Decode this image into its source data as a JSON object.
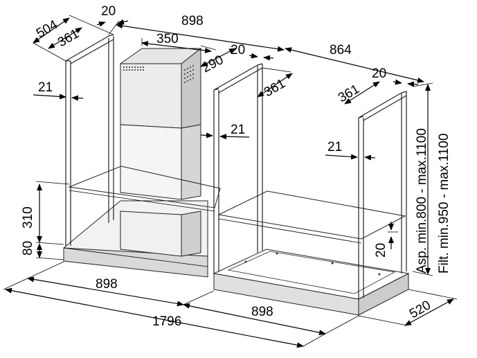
{
  "dimensions": {
    "top_depth_total": "504",
    "top_frame_depth_left": "361",
    "top_post_gap_left": "20",
    "module_width_top": "898",
    "chimney_width": "350",
    "chimney_depth": "290",
    "mid_post_gap": "20",
    "module_width_right": "864",
    "right_post_gap": "20",
    "frame_depth_center": "361",
    "frame_depth_right": "361",
    "left_post_section": "21",
    "center_post_section": "21",
    "right_post_section": "21",
    "chimney_height": "310",
    "hood_height": "80",
    "shelf_thickness_right": "20",
    "bottom_width_left": "898",
    "bottom_width_right": "898",
    "total_width": "1796",
    "total_depth": "520"
  },
  "vertical_notes": {
    "aspiration": "Asp. min.800 - max.1100",
    "filtration": "Filt. min.950 - max.1100"
  }
}
